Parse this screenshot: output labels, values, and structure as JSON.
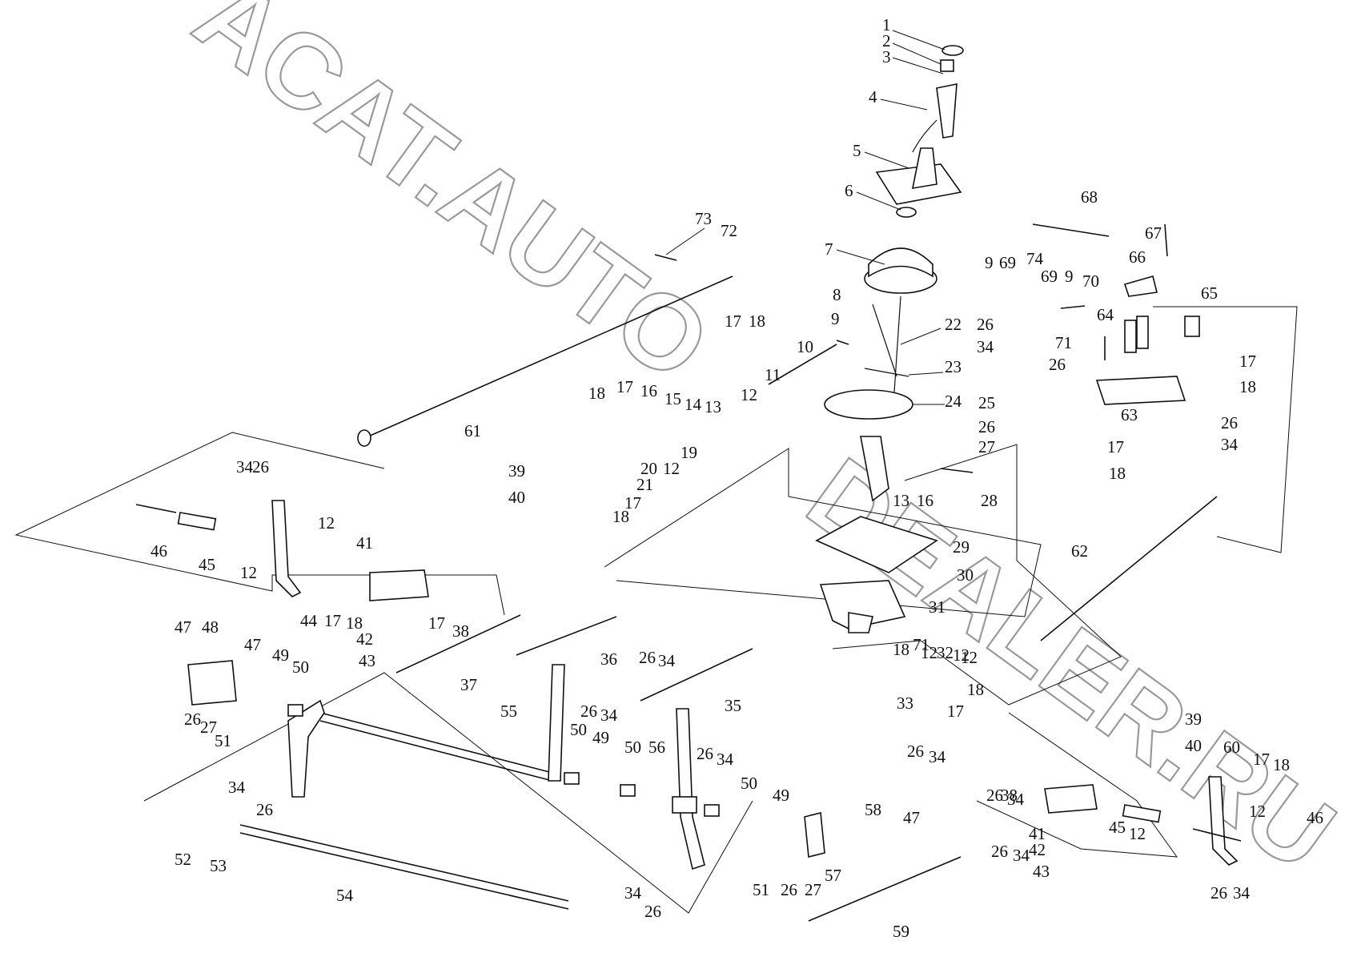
{
  "watermark": {
    "line1": "ACAT.AUTO",
    "line2": "DEALER.RU",
    "color": "#9a9a9a"
  },
  "colors": {
    "ink": "#111111",
    "paper": "#ffffff"
  },
  "labels": [
    {
      "id": "l1",
      "text": "1"
    },
    {
      "id": "l2",
      "text": "2"
    },
    {
      "id": "l3",
      "text": "3"
    },
    {
      "id": "l4",
      "text": "4"
    },
    {
      "id": "l5",
      "text": "5"
    },
    {
      "id": "l6",
      "text": "6"
    },
    {
      "id": "l7",
      "text": "7"
    },
    {
      "id": "l8",
      "text": "8"
    },
    {
      "id": "l9",
      "text": "9"
    },
    {
      "id": "l10",
      "text": "10"
    },
    {
      "id": "l11",
      "text": "11"
    },
    {
      "id": "l12a",
      "text": "12"
    },
    {
      "id": "l12b",
      "text": "12"
    },
    {
      "id": "l13a",
      "text": "13"
    },
    {
      "id": "l13b",
      "text": "13"
    },
    {
      "id": "l14",
      "text": "14"
    },
    {
      "id": "l15",
      "text": "15"
    },
    {
      "id": "l16a",
      "text": "16"
    },
    {
      "id": "l16b",
      "text": "16"
    },
    {
      "id": "l17a",
      "text": "17"
    },
    {
      "id": "l17b",
      "text": "17"
    },
    {
      "id": "l17c",
      "text": "17"
    },
    {
      "id": "l18a",
      "text": "18"
    },
    {
      "id": "l18b",
      "text": "18"
    },
    {
      "id": "l18c",
      "text": "18"
    },
    {
      "id": "l19",
      "text": "19"
    },
    {
      "id": "l20",
      "text": "20"
    },
    {
      "id": "l21",
      "text": "21"
    },
    {
      "id": "l22",
      "text": "22"
    },
    {
      "id": "l23",
      "text": "23"
    },
    {
      "id": "l24",
      "text": "24"
    },
    {
      "id": "l25",
      "text": "25"
    },
    {
      "id": "l26a",
      "text": "26"
    },
    {
      "id": "l27a",
      "text": "27"
    },
    {
      "id": "l28",
      "text": "28"
    },
    {
      "id": "l29",
      "text": "29"
    },
    {
      "id": "l30",
      "text": "30"
    },
    {
      "id": "l31",
      "text": "31"
    },
    {
      "id": "l32",
      "text": "32"
    },
    {
      "id": "l33",
      "text": "33"
    },
    {
      "id": "l34a",
      "text": "34"
    },
    {
      "id": "l26b",
      "text": "26"
    },
    {
      "id": "l35",
      "text": "35"
    },
    {
      "id": "l36",
      "text": "36"
    },
    {
      "id": "l37",
      "text": "37"
    },
    {
      "id": "l38a",
      "text": "38"
    },
    {
      "id": "l38b",
      "text": "38"
    },
    {
      "id": "l39a",
      "text": "39"
    },
    {
      "id": "l39b",
      "text": "39"
    },
    {
      "id": "l40a",
      "text": "40"
    },
    {
      "id": "l40b",
      "text": "40"
    },
    {
      "id": "l41a",
      "text": "41"
    },
    {
      "id": "l41b",
      "text": "41"
    },
    {
      "id": "l42a",
      "text": "42"
    },
    {
      "id": "l42b",
      "text": "42"
    },
    {
      "id": "l43a",
      "text": "43"
    },
    {
      "id": "l43b",
      "text": "43"
    },
    {
      "id": "l44",
      "text": "44"
    },
    {
      "id": "l45a",
      "text": "45"
    },
    {
      "id": "l45b",
      "text": "45"
    },
    {
      "id": "l46a",
      "text": "46"
    },
    {
      "id": "l46b",
      "text": "46"
    },
    {
      "id": "l47a",
      "text": "47"
    },
    {
      "id": "l47b",
      "text": "47"
    },
    {
      "id": "l47c",
      "text": "47"
    },
    {
      "id": "l48",
      "text": "48"
    },
    {
      "id": "l49a",
      "text": "49"
    },
    {
      "id": "l49b",
      "text": "49"
    },
    {
      "id": "l49c",
      "text": "49"
    },
    {
      "id": "l50a",
      "text": "50"
    },
    {
      "id": "l50b",
      "text": "50"
    },
    {
      "id": "l50c",
      "text": "50"
    },
    {
      "id": "l50d",
      "text": "50"
    },
    {
      "id": "l51a",
      "text": "51"
    },
    {
      "id": "l51b",
      "text": "51"
    },
    {
      "id": "l52",
      "text": "52"
    },
    {
      "id": "l53",
      "text": "53"
    },
    {
      "id": "l54",
      "text": "54"
    },
    {
      "id": "l55",
      "text": "55"
    },
    {
      "id": "l56",
      "text": "56"
    },
    {
      "id": "l57",
      "text": "57"
    },
    {
      "id": "l58",
      "text": "58"
    },
    {
      "id": "l59",
      "text": "59"
    },
    {
      "id": "l60",
      "text": "60"
    },
    {
      "id": "l61",
      "text": "61"
    },
    {
      "id": "l62",
      "text": "62"
    },
    {
      "id": "l63",
      "text": "63"
    },
    {
      "id": "l64",
      "text": "64"
    },
    {
      "id": "l65",
      "text": "65"
    },
    {
      "id": "l66",
      "text": "66"
    },
    {
      "id": "l67",
      "text": "67"
    },
    {
      "id": "l68",
      "text": "68"
    },
    {
      "id": "l69a",
      "text": "69"
    },
    {
      "id": "l69b",
      "text": "69"
    },
    {
      "id": "l70",
      "text": "70"
    },
    {
      "id": "l71a",
      "text": "71"
    },
    {
      "id": "l71b",
      "text": "71"
    },
    {
      "id": "l72",
      "text": "72"
    },
    {
      "id": "l73",
      "text": "73"
    },
    {
      "id": "l74",
      "text": "74"
    },
    {
      "id": "l9b",
      "text": "9"
    },
    {
      "id": "l9c",
      "text": "9"
    },
    {
      "id": "l26c",
      "text": "26"
    },
    {
      "id": "l34b",
      "text": "34"
    },
    {
      "id": "l26d",
      "text": "26"
    },
    {
      "id": "l17d",
      "text": "17"
    },
    {
      "id": "l18d",
      "text": "18"
    },
    {
      "id": "l26e",
      "text": "26"
    },
    {
      "id": "l34c",
      "text": "34"
    },
    {
      "id": "l17e",
      "text": "17"
    },
    {
      "id": "l18e",
      "text": "18"
    },
    {
      "id": "l26f",
      "text": "26"
    },
    {
      "id": "l27b",
      "text": "27"
    },
    {
      "id": "l34d",
      "text": "34"
    },
    {
      "id": "l26g",
      "text": "26"
    },
    {
      "id": "l17f",
      "text": "17"
    },
    {
      "id": "l18f",
      "text": "18"
    },
    {
      "id": "l12c",
      "text": "12"
    },
    {
      "id": "l12d",
      "text": "12"
    },
    {
      "id": "l26h",
      "text": "26"
    },
    {
      "id": "l34e",
      "text": "34"
    },
    {
      "id": "l26i",
      "text": "26"
    },
    {
      "id": "l34f",
      "text": "34"
    },
    {
      "id": "l26j",
      "text": "26"
    },
    {
      "id": "l34g",
      "text": "34"
    },
    {
      "id": "l26k",
      "text": "26"
    },
    {
      "id": "l27c",
      "text": "27"
    },
    {
      "id": "l34h",
      "text": "34"
    },
    {
      "id": "l26l",
      "text": "26"
    },
    {
      "id": "l17g",
      "text": "17"
    },
    {
      "id": "l18g",
      "text": "18"
    },
    {
      "id": "l12e",
      "text": "12"
    },
    {
      "id": "l12f",
      "text": "12"
    },
    {
      "id": "l17h",
      "text": "17"
    },
    {
      "id": "l18h",
      "text": "18"
    },
    {
      "id": "l26m",
      "text": "26"
    },
    {
      "id": "l34i",
      "text": "34"
    },
    {
      "id": "l26n",
      "text": "26"
    },
    {
      "id": "l34j",
      "text": "34"
    },
    {
      "id": "l17i",
      "text": "17"
    },
    {
      "id": "l18i",
      "text": "18"
    },
    {
      "id": "l12g",
      "text": "12"
    },
    {
      "id": "l26o",
      "text": "26"
    },
    {
      "id": "l34k",
      "text": "34"
    },
    {
      "id": "l26p",
      "text": "26"
    },
    {
      "id": "l34l",
      "text": "34"
    },
    {
      "id": "l12h",
      "text": "12"
    },
    {
      "id": "l12i",
      "text": "12"
    }
  ]
}
